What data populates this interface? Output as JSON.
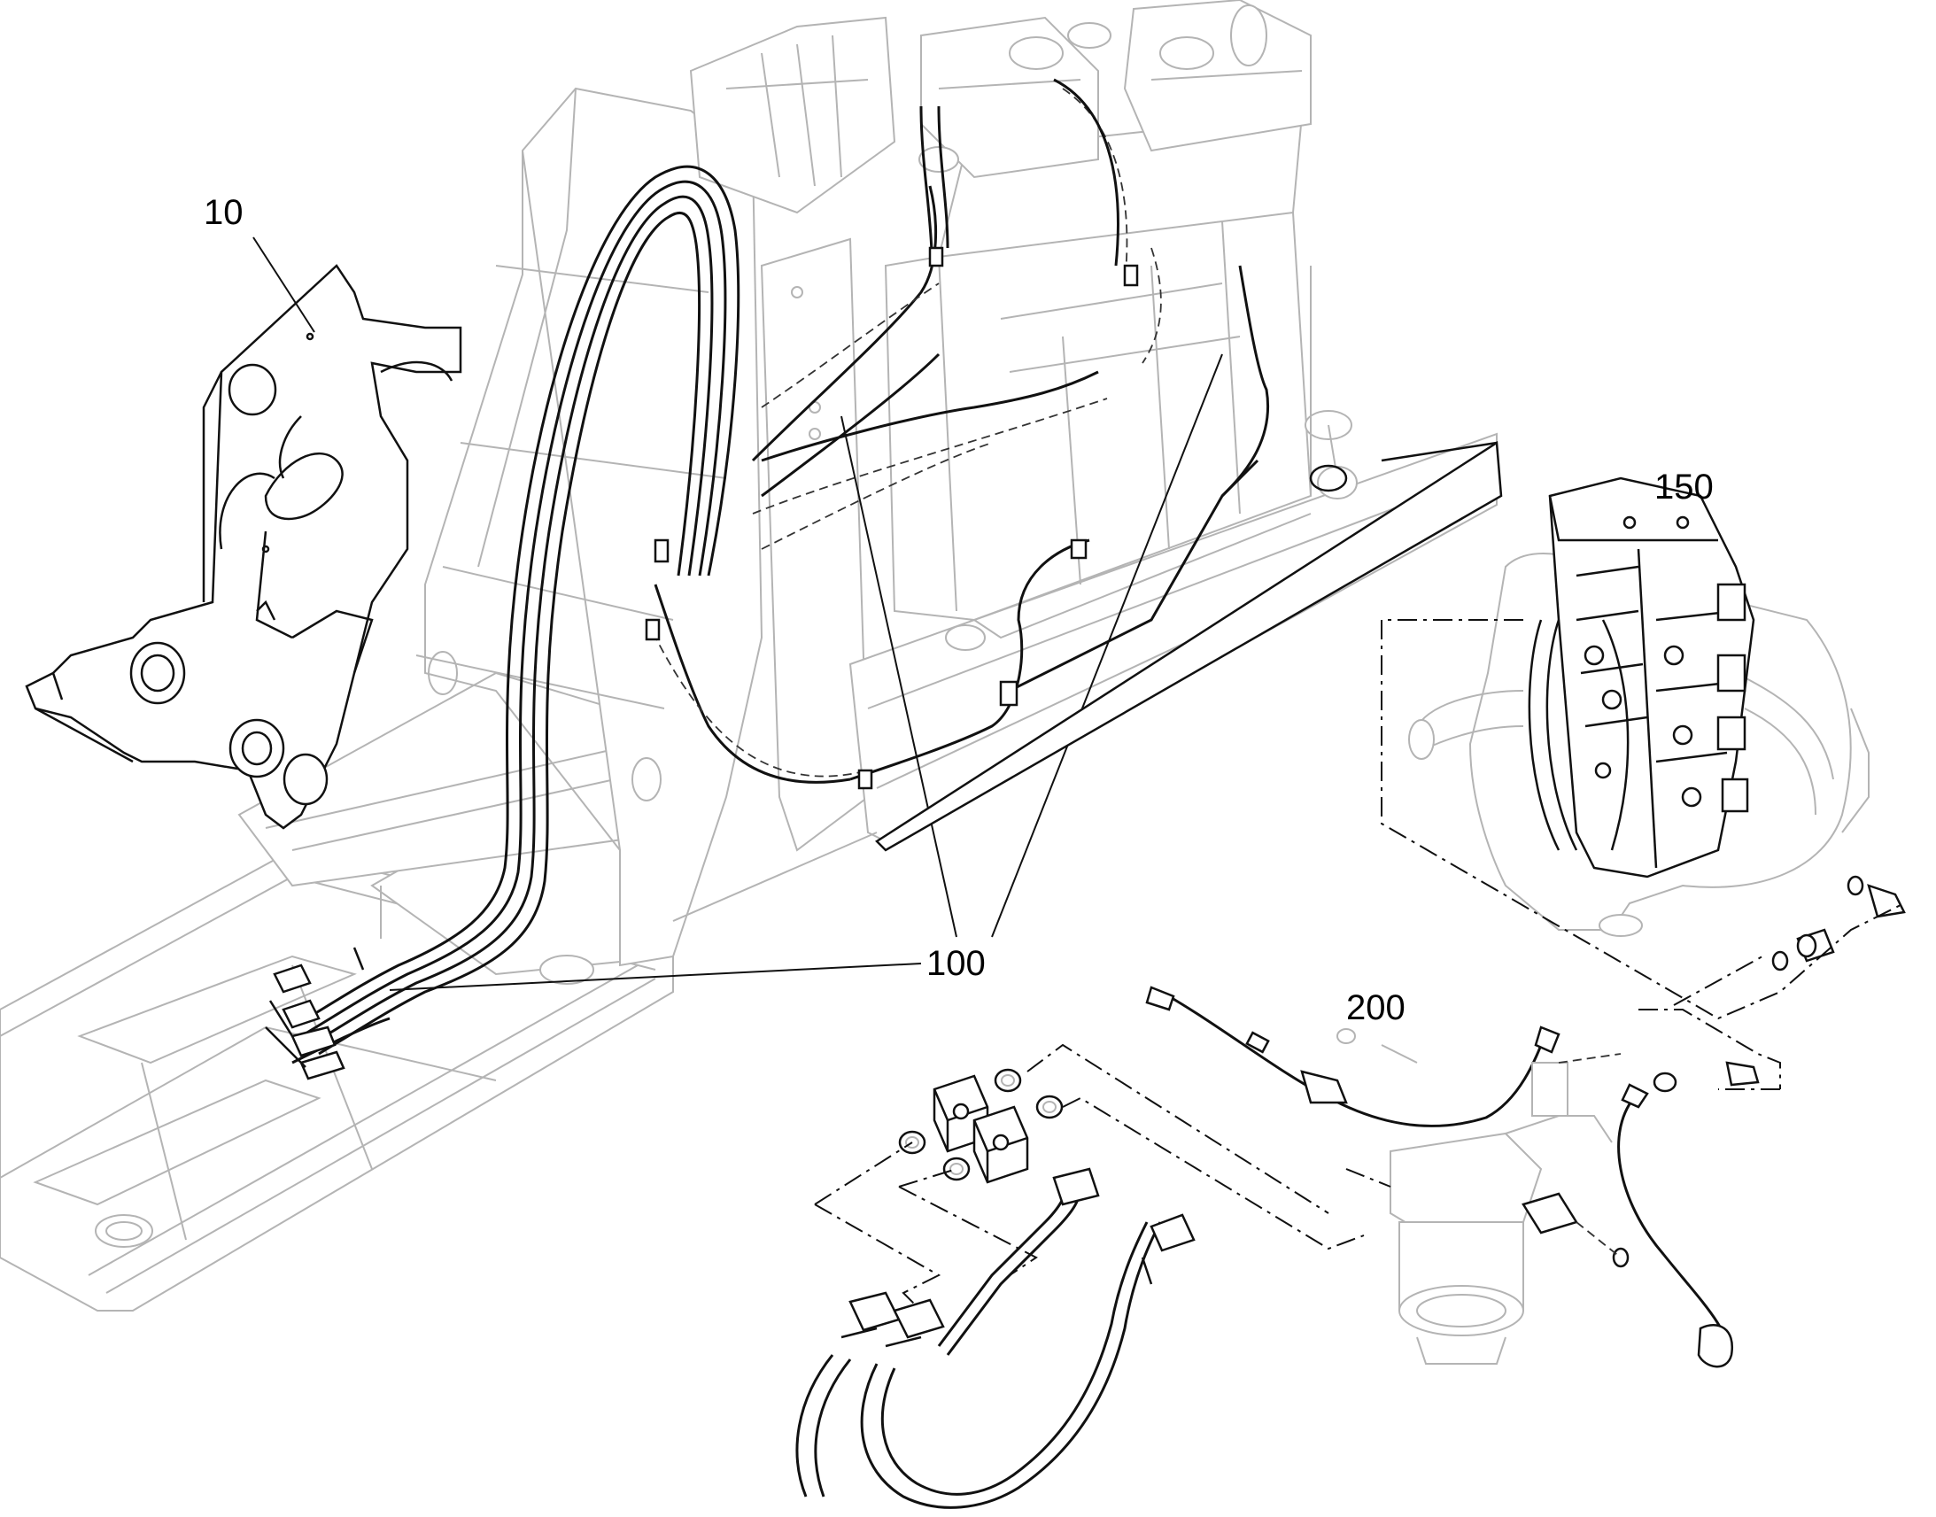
{
  "callouts": {
    "frame": "10",
    "valve_block": "150",
    "hose_set": "100",
    "swing_motor_lines": "200"
  },
  "colors": {
    "background": "#ffffff",
    "linework": "#111111",
    "context_linework": "#b4b4b4"
  }
}
